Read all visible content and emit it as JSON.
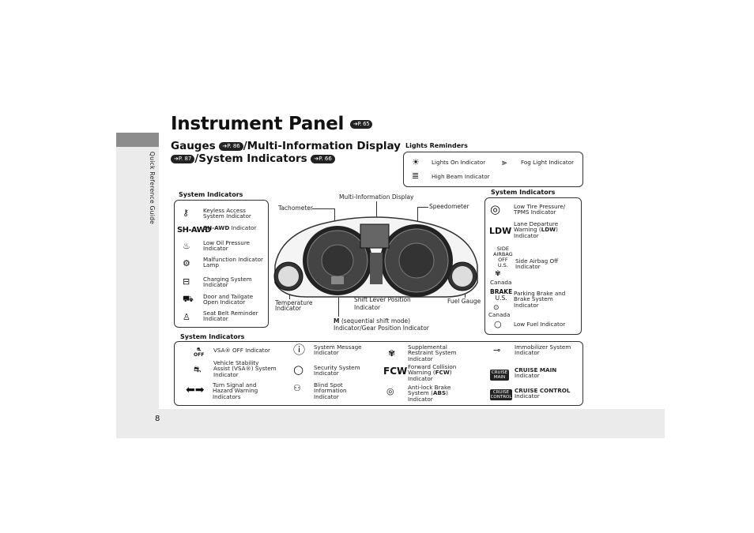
{
  "side_label": "Quick Reference Guide",
  "page_number": "8",
  "title": "Instrument Panel",
  "title_ref": "P. 65",
  "subtitle": {
    "gauges": "Gauges",
    "gauges_ref": "P. 86",
    "mid": "/Multi-Information Display",
    "mid_ref": "P. 87",
    "sys": "/System Indicators",
    "sys_ref": "P. 66"
  },
  "lights_reminders": {
    "title": "Lights Reminders",
    "items": [
      "Lights On Indicator",
      "Fog Light Indicator",
      "High Beam Indicator"
    ]
  },
  "left_indicators": {
    "title": "System Indicators",
    "items": [
      {
        "label": "Keyless Access System Indicator",
        "icon": "key-icon"
      },
      {
        "label": "SH-AWD Indicator",
        "icon_text": "SH-AWD"
      },
      {
        "label": "Low Oil Pressure Indicator",
        "icon": "oil-can-icon"
      },
      {
        "label": "Malfunction Indicator Lamp",
        "icon": "engine-icon"
      },
      {
        "label": "Charging System Indicator",
        "icon": "battery-icon"
      },
      {
        "label": "Door and Tailgate Open Indicator",
        "icon": "door-open-icon"
      },
      {
        "label": "Seat Belt Reminder Indicator",
        "icon": "seat-belt-icon"
      }
    ]
  },
  "right_indicators": {
    "title": "System Indicators",
    "items": [
      {
        "label": "Low Tire Pressure/ TPMS Indicator"
      },
      {
        "label": "Lane Departure Warning (LDW) Indicator",
        "icon_text": "LDW"
      },
      {
        "label": "Side Airbag Off Indicator",
        "icon_lines": [
          "SIDE",
          "AIRBAG",
          "OFF",
          "U.S."
        ],
        "sub": "Canada"
      },
      {
        "label": "Parking Brake and Brake System Indicator",
        "icon_lines": [
          "BRAKE",
          "U.S."
        ],
        "sub": "Canada"
      },
      {
        "label": "Low Fuel Indicator"
      }
    ]
  },
  "gauge_labels": {
    "mid": "Multi-Information Display",
    "tach": "Tachometer",
    "speed": "Speedometer",
    "temp": "Temperature Indicator",
    "shift": "Shift Lever Position Indicator",
    "fuel": "Fuel Gauge",
    "m_bold": "M",
    "m_rest": "(sequential shift mode) Indicator/Gear Position Indicator"
  },
  "bottom_indicators": {
    "title": "System Indicators",
    "col1": [
      {
        "label": "VSA® OFF Indicator",
        "icon_text": "OFF"
      },
      {
        "label": "Vehicle Stability Assist (VSA®) System Indicator"
      },
      {
        "label": "Turn Signal and Hazard Warning Indicators"
      }
    ],
    "col2": [
      {
        "label": "System Message Indicator"
      },
      {
        "label": "Security System Indicator"
      },
      {
        "label": "Blind Spot Information Indicator"
      }
    ],
    "col3": [
      {
        "label": "Supplemental Restraint System Indicator"
      },
      {
        "label": "Forward Collision Warning (FCW) Indicator",
        "icon_text": "FCW"
      },
      {
        "label": "Anti-lock Brake System (ABS) Indicator"
      }
    ],
    "col4": [
      {
        "label": "Immobilizer System Indicator"
      },
      {
        "label_bold": "CRUISE MAIN",
        "label": "Indicator",
        "icon_lines": [
          "CRUISE",
          "MAIN"
        ]
      },
      {
        "label_bold": "CRUISE CONTROL",
        "label": "Indicator",
        "icon_lines": [
          "CRUISE",
          "CONTROL"
        ]
      }
    ]
  }
}
